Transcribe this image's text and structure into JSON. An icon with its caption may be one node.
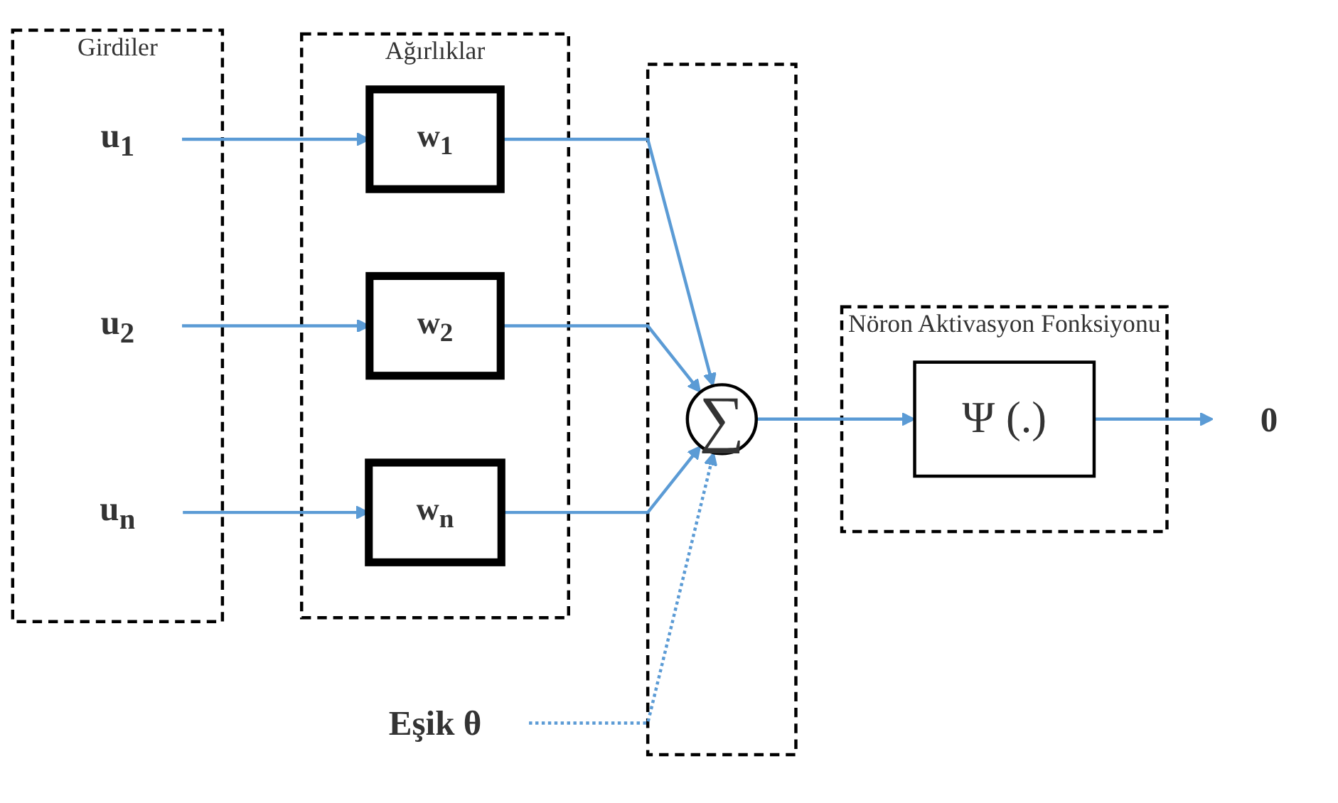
{
  "diagram": {
    "nodes": [
      {
        "text": [
          "Girdiler"
        ]
      },
      {
        "text": [
          "u$_{1}$"
        ],
        "in": 0
      },
      {
        "text": [
          "u$_{2}$"
        ],
        "in": 0
      },
      {
        "text": [
          "u$_{n}$"
        ],
        "in": 0
      },
      {
        "text": [
          "Ağırlıklar"
        ]
      },
      {
        "text": [
          "w$_{1}$"
        ],
        "in": 4
      },
      {
        "text": [
          "w$_{2}$"
        ],
        "in": 4
      },
      {
        "text": [
          "w$_{n}$"
        ],
        "in": 4
      },
      {
        "text": [],
        "shape": "box"
      },
      {
        "text": [
          "∑"
        ],
        "in": 8
      },
      {
        "text": [
          "Nöron Aktivasyon Fonksiyonu"
        ]
      },
      {
        "text": [
          "Ψ (.)"
        ],
        "in": 10
      },
      {
        "text": [
          "Eşik θ"
        ]
      },
      {
        "text": [
          "0"
        ]
      }
    ],
    "edges": [
      {
        "from": 1,
        "to": 5,
        "arrow": "to"
      },
      {
        "from": 2,
        "to": 6,
        "arrow": "to"
      },
      {
        "from": 3,
        "to": 7,
        "arrow": "to"
      },
      {
        "from": 5,
        "to": 9,
        "arrow": "to"
      },
      {
        "from": 6,
        "to": 9,
        "arrow": "to"
      },
      {
        "from": 7,
        "to": 9,
        "arrow": "to"
      },
      {
        "from": 12,
        "to": 9,
        "arrow": "to",
        "style": "dashed"
      },
      {
        "from": 9,
        "to": 11,
        "arrow": "to"
      },
      {
        "from": 11,
        "to": 13,
        "arrow": "to"
      }
    ]
  }
}
